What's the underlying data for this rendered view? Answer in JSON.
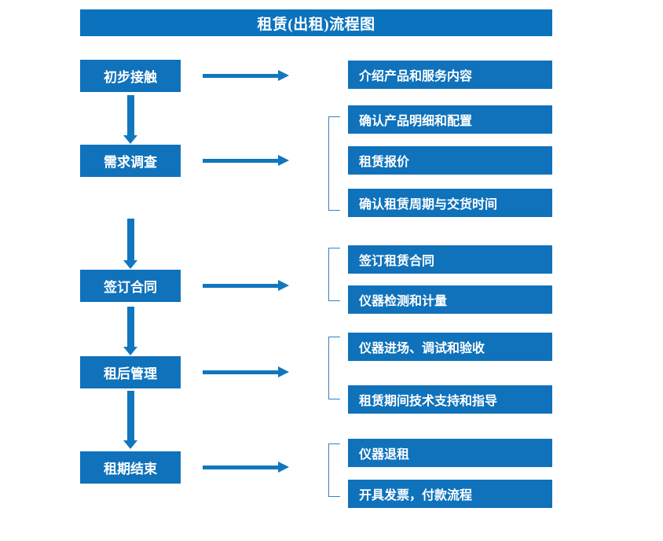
{
  "title": "租赁(出租)流程图",
  "colors": {
    "box_blue": "#0f72bb",
    "title_blue": "#0b72bd",
    "arrow_blue": "#1077be",
    "bracket_blue": "#3b7ec4",
    "text_white": "#ffffff",
    "background": "#ffffff"
  },
  "chart_data": {
    "type": "diagram",
    "title": "租赁(出租)流程图",
    "orientation": "vertical-with-branches",
    "stages": [
      {
        "label": "初步接触",
        "details": [
          "介绍产品和服务内容"
        ]
      },
      {
        "label": "需求调查",
        "details": [
          "确认产品明细和配置",
          "租赁报价",
          "确认租赁周期与交货时间"
        ]
      },
      {
        "label": "签订合同",
        "details": [
          "签订租赁合同",
          "仪器检测和计量"
        ]
      },
      {
        "label": "租后管理",
        "details": [
          "仪器进场、调试和验收",
          "租赁期间技术支持和指导"
        ]
      },
      {
        "label": "租期结束",
        "details": [
          "仪器退租",
          "开具发票，付款流程"
        ]
      }
    ]
  },
  "stages": [
    {
      "label": "初步接触"
    },
    {
      "label": "需求调查"
    },
    {
      "label": "签订合同"
    },
    {
      "label": "租后管理"
    },
    {
      "label": "租期结束"
    }
  ],
  "details": [
    {
      "label": "介绍产品和服务内容"
    },
    {
      "label": "确认产品明细和配置"
    },
    {
      "label": "租赁报价"
    },
    {
      "label": "确认租赁周期与交货时间"
    },
    {
      "label": "签订租赁合同"
    },
    {
      "label": "仪器检测和计量"
    },
    {
      "label": "仪器进场、调试和验收"
    },
    {
      "label": "租赁期间技术支持和指导"
    },
    {
      "label": "仪器退租"
    },
    {
      "label": "开具发票，付款流程"
    }
  ]
}
